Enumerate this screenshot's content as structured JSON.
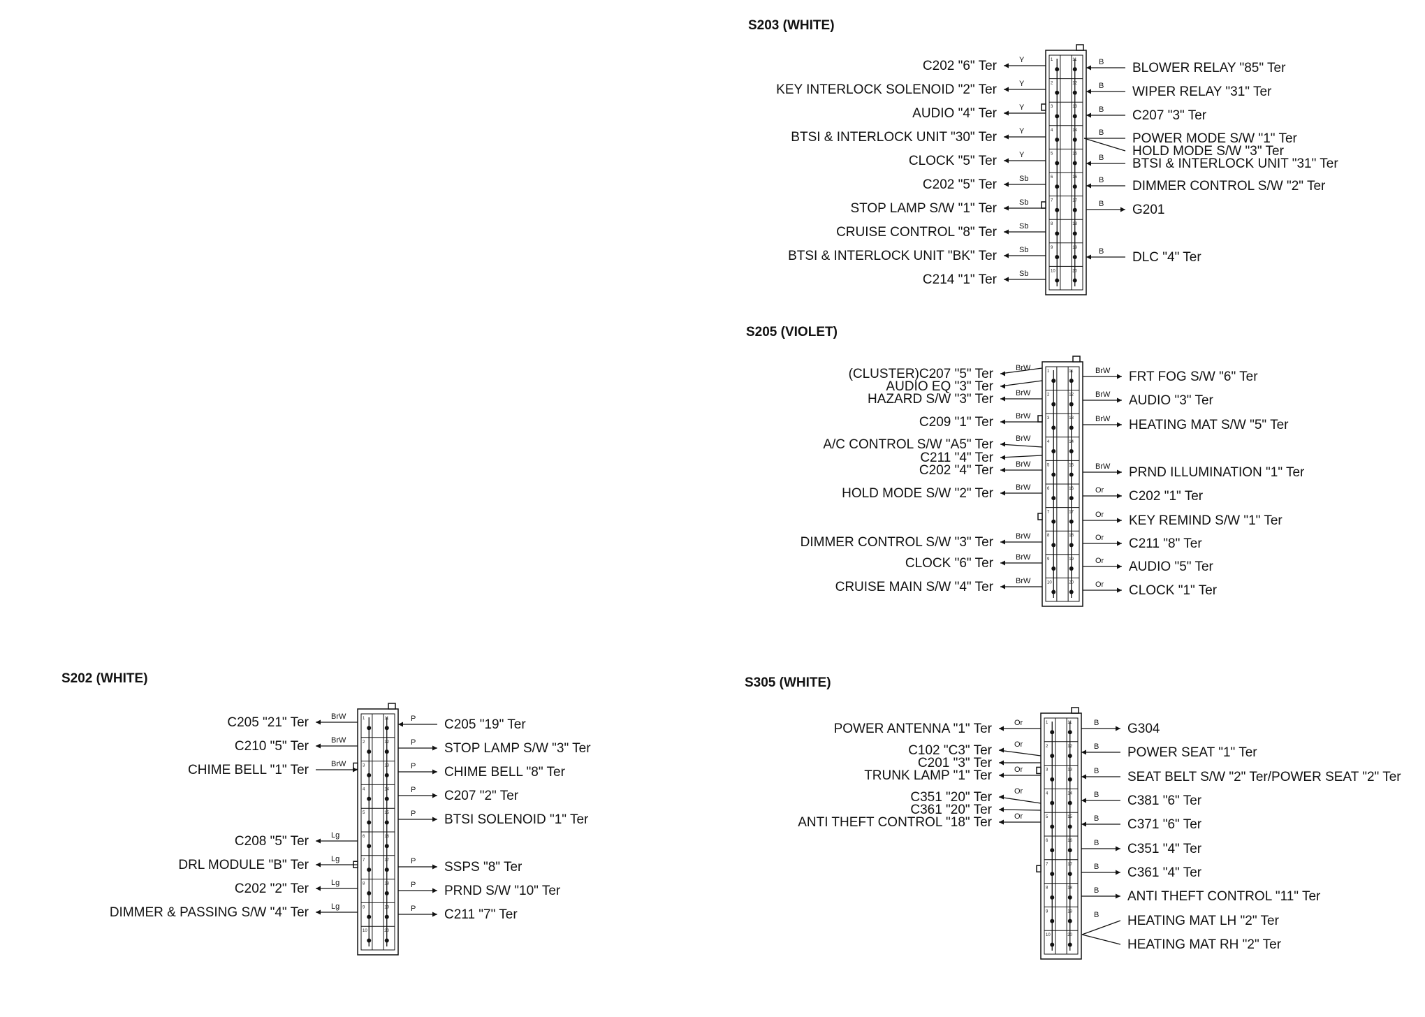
{
  "connectors": [
    {
      "id": "S203",
      "title": "S203 (WHITE)",
      "left": [
        {
          "label": "C202 \"6\" Ter",
          "color": "Y"
        },
        {
          "label": "KEY INTERLOCK SOLENOID \"2\" Ter",
          "color": "Y"
        },
        {
          "label": "AUDIO \"4\" Ter",
          "color": "Y"
        },
        {
          "label": "BTSI & INTERLOCK UNIT \"30\" Ter",
          "color": "Y"
        },
        {
          "label": "CLOCK \"5\" Ter",
          "color": "Y"
        },
        {
          "label": "C202 \"5\" Ter",
          "color": "Sb"
        },
        {
          "label": "STOP LAMP S/W \"1\" Ter",
          "color": "Sb"
        },
        {
          "label": "CRUISE CONTROL \"8\" Ter",
          "color": "Sb"
        },
        {
          "label": "BTSI & INTERLOCK UNIT \"BK\" Ter",
          "color": "Sb"
        },
        {
          "label": "C214 \"1\" Ter",
          "color": "Sb"
        }
      ],
      "right": [
        {
          "label": "BLOWER RELAY \"85\" Ter",
          "color": "B"
        },
        {
          "label": "WIPER RELAY \"31\" Ter",
          "color": "B"
        },
        {
          "label": "C207 \"3\" Ter",
          "color": "B"
        },
        {
          "label": "POWER MODE S/W \"1\" Ter",
          "color": "B"
        },
        {
          "label": "HOLD MODE S/W \"3\" Ter",
          "color": ""
        },
        {
          "label": "BTSI & INTERLOCK UNIT \"31\" Ter",
          "color": "B"
        },
        {
          "label": "DIMMER CONTROL S/W \"2\" Ter",
          "color": "B"
        },
        {
          "label": "G201",
          "color": "B"
        },
        {
          "label": "DLC \"4\" Ter",
          "color": "B"
        }
      ]
    },
    {
      "id": "S205",
      "title": "S205 (VIOLET)",
      "left": [
        {
          "label": "(CLUSTER)C207 \"5\" Ter",
          "color": "BrW"
        },
        {
          "label": "AUDIO EQ \"3\" Ter",
          "color": ""
        },
        {
          "label": "HAZARD S/W \"3\" Ter",
          "color": "BrW"
        },
        {
          "label": "C209 \"1\" Ter",
          "color": "BrW"
        },
        {
          "label": "A/C CONTROL S/W \"A5\" Ter",
          "color": "BrW"
        },
        {
          "label": "C211 \"4\" Ter",
          "color": ""
        },
        {
          "label": "C202 \"4\" Ter",
          "color": "BrW"
        },
        {
          "label": "HOLD MODE S/W \"2\" Ter",
          "color": "BrW"
        },
        {
          "label": "DIMMER CONTROL S/W \"3\" Ter",
          "color": "BrW"
        },
        {
          "label": "CLOCK \"6\" Ter",
          "color": "BrW"
        },
        {
          "label": "CRUISE MAIN S/W \"4\" Ter",
          "color": "BrW"
        }
      ],
      "right": [
        {
          "label": "FRT FOG S/W \"6\" Ter",
          "color": "BrW"
        },
        {
          "label": "AUDIO \"3\" Ter",
          "color": "BrW"
        },
        {
          "label": "HEATING MAT S/W \"5\" Ter",
          "color": "BrW"
        },
        {
          "label": "PRND ILLUMINATION \"1\" Ter",
          "color": "BrW"
        },
        {
          "label": "C202 \"1\" Ter",
          "color": "Or"
        },
        {
          "label": "KEY REMIND S/W \"1\" Ter",
          "color": "Or"
        },
        {
          "label": "C211 \"8\" Ter",
          "color": "Or"
        },
        {
          "label": "AUDIO \"5\" Ter",
          "color": "Or"
        },
        {
          "label": "CLOCK \"1\" Ter",
          "color": "Or"
        }
      ]
    },
    {
      "id": "S202",
      "title": "S202 (WHITE)",
      "left": [
        {
          "label": "C205 \"21\" Ter",
          "color": "BrW"
        },
        {
          "label": "C210 \"5\" Ter",
          "color": "BrW"
        },
        {
          "label": "CHIME BELL \"1\" Ter",
          "color": "BrW"
        },
        {
          "label": "C208 \"5\" Ter",
          "color": "Lg"
        },
        {
          "label": "DRL MODULE \"B\" Ter",
          "color": "Lg"
        },
        {
          "label": "C202 \"2\" Ter",
          "color": "Lg"
        },
        {
          "label": "DIMMER & PASSING S/W \"4\" Ter",
          "color": "Lg"
        }
      ],
      "right": [
        {
          "label": "C205 \"19\" Ter",
          "color": "P"
        },
        {
          "label": "STOP LAMP S/W \"3\" Ter",
          "color": "P"
        },
        {
          "label": "CHIME BELL \"8\" Ter",
          "color": "P"
        },
        {
          "label": "C207 \"2\" Ter",
          "color": "P"
        },
        {
          "label": "BTSI SOLENOID \"1\" Ter",
          "color": "P"
        },
        {
          "label": "SSPS \"8\" Ter",
          "color": "P"
        },
        {
          "label": "PRND S/W \"10\" Ter",
          "color": "P"
        },
        {
          "label": "C211 \"7\" Ter",
          "color": "P"
        }
      ]
    },
    {
      "id": "S305",
      "title": "S305 (WHITE)",
      "left": [
        {
          "label": "POWER ANTENNA \"1\" Ter",
          "color": "Or"
        },
        {
          "label": "C102 \"C3\" Ter",
          "color": "Or"
        },
        {
          "label": "C201 \"3\" Ter",
          "color": ""
        },
        {
          "label": "TRUNK LAMP \"1\" Ter",
          "color": "Or"
        },
        {
          "label": "C351 \"20\" Ter",
          "color": "Or"
        },
        {
          "label": "C361 \"20\" Ter",
          "color": ""
        },
        {
          "label": "ANTI THEFT CONTROL \"18\" Ter",
          "color": "Or"
        }
      ],
      "right": [
        {
          "label": "G304",
          "color": "B"
        },
        {
          "label": "POWER SEAT \"1\" Ter",
          "color": "B"
        },
        {
          "label": "SEAT BELT S/W \"2\" Ter/POWER SEAT \"2\" Ter",
          "color": "B"
        },
        {
          "label": "C381 \"6\" Ter",
          "color": "B"
        },
        {
          "label": "C371 \"6\" Ter",
          "color": "B"
        },
        {
          "label": "C351 \"4\" Ter",
          "color": "B"
        },
        {
          "label": "C361 \"4\" Ter",
          "color": "B"
        },
        {
          "label": "ANTI THEFT CONTROL \"11\" Ter",
          "color": "B"
        },
        {
          "label": "HEATING MAT LH \"2\" Ter",
          "color": "B"
        },
        {
          "label": "HEATING MAT RH \"2\" Ter",
          "color": ""
        }
      ]
    }
  ]
}
